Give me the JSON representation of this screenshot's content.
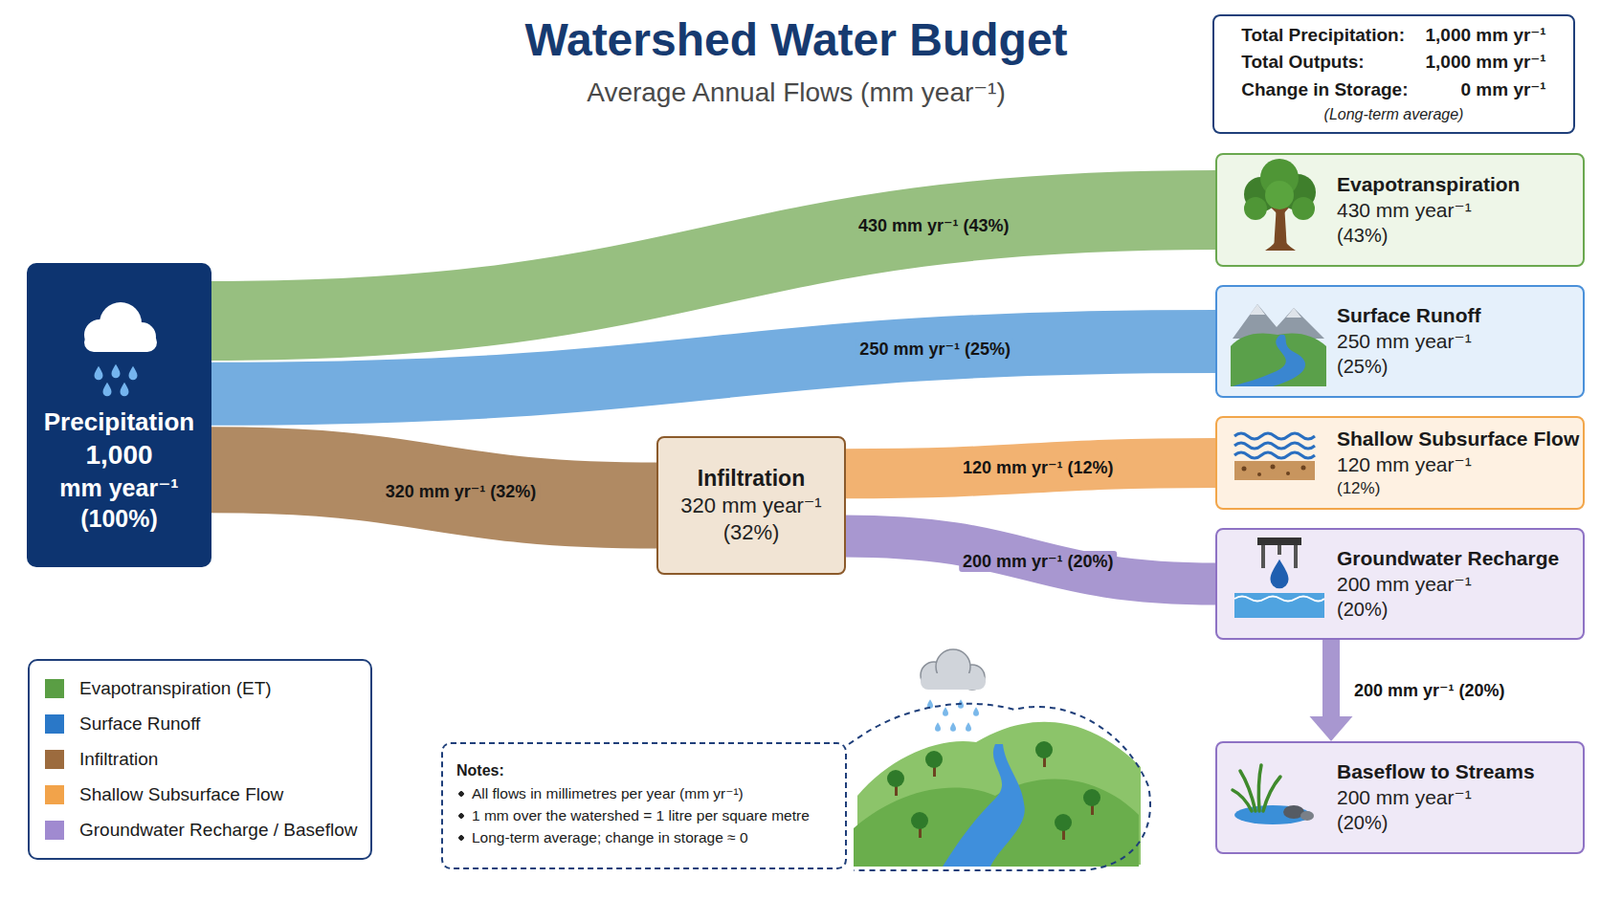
{
  "diagram": {
    "title": "Watershed Water Budget",
    "nodes": [
      {
        "text": [
          "Total Precipitation:",
          "1,000 mm yr⁻¹",
          "Total Outputs:",
          "1,000 mm yr⁻¹",
          "Change in Storage:",
          "0 mm yr⁻¹",
          "(Long-term average)"
        ]
      },
      {
        "text": [
          "Precipitation",
          "1,000",
          "mm year⁻¹",
          "(100%)"
        ]
      },
      {
        "text": [
          "Infiltration",
          "320 mm year⁻¹",
          "(32%)"
        ]
      },
      {
        "text": [
          "Evapotranspiration",
          "430 mm year⁻¹",
          "(43%)"
        ]
      },
      {
        "text": [
          "Surface Runoff",
          "250 mm year⁻¹",
          "(25%)"
        ]
      },
      {
        "text": [
          "Shallow Subsurface Flow",
          "120 mm year⁻¹",
          "(12%)"
        ]
      },
      {
        "text": [
          "Groundwater Recharge",
          "200 mm year⁻¹",
          "(20%)"
        ]
      },
      {
        "text": [
          "Baseflow to Streams",
          "200 mm year⁻¹",
          "(20%)"
        ]
      },
      {
        "text": [
          "Notes:",
          "All flows in millimetres per year (mm yr⁻¹)",
          "1 mm over the watershed = 1 litre per square metre",
          "Long-term average; change in storage ≈ 0"
        ]
      }
    ],
    "edges": [
      {
        "from": 1,
        "to": 3,
        "label": "430 mm yr⁻¹ (43%)",
        "arrow": "none"
      },
      {
        "from": 1,
        "to": 4,
        "label": "250 mm yr⁻¹ (25%)",
        "arrow": "none"
      },
      {
        "from": 1,
        "to": 2,
        "label": "320 mm yr⁻¹ (32%)",
        "arrow": "none"
      },
      {
        "from": 2,
        "to": 5,
        "label": "120 mm yr⁻¹ (12%)",
        "arrow": "none"
      },
      {
        "from": 2,
        "to": 6,
        "label": "200 mm yr⁻¹ (20%)",
        "arrow": "none"
      },
      {
        "from": 6,
        "to": 7,
        "label": "200 mm yr⁻¹ (20%)",
        "arrow": "to"
      }
    ],
    "labels": [
      "Average Annual Flows (mm year⁻¹)"
    ],
    "legend": [
      {
        "text": "Evapotranspiration (ET)",
        "color": "#5a9e44"
      },
      {
        "text": "Surface Runoff",
        "color": "#2a78c8"
      },
      {
        "text": "Infiltration",
        "color": "#9c6b3e"
      },
      {
        "text": "Shallow Subsurface Flow",
        "color": "#f2a34a"
      },
      {
        "text": "Groundwater Recharge / Baseflow",
        "color": "#a08ad0"
      }
    ]
  }
}
